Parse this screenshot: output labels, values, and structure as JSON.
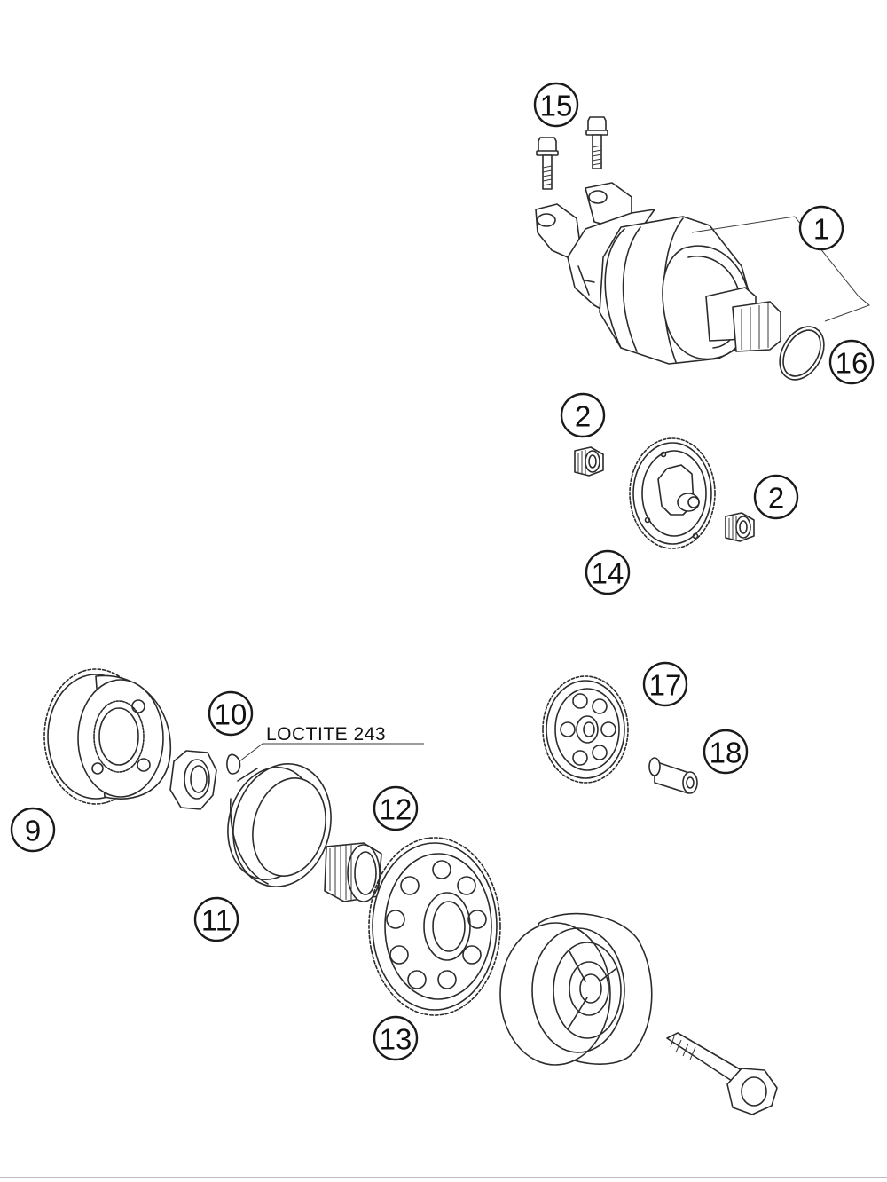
{
  "callouts": {
    "c1": "1",
    "c2a": "2",
    "c2b": "2",
    "c9": "9",
    "c10": "10",
    "c11": "11",
    "c12": "12",
    "c13": "13",
    "c14": "14",
    "c15": "15",
    "c16": "16",
    "c17": "17",
    "c18": "18"
  },
  "notes": {
    "loctite": "LOCTITE 243"
  },
  "colors": {
    "line": "#2b2b2b",
    "background": "#ffffff"
  }
}
